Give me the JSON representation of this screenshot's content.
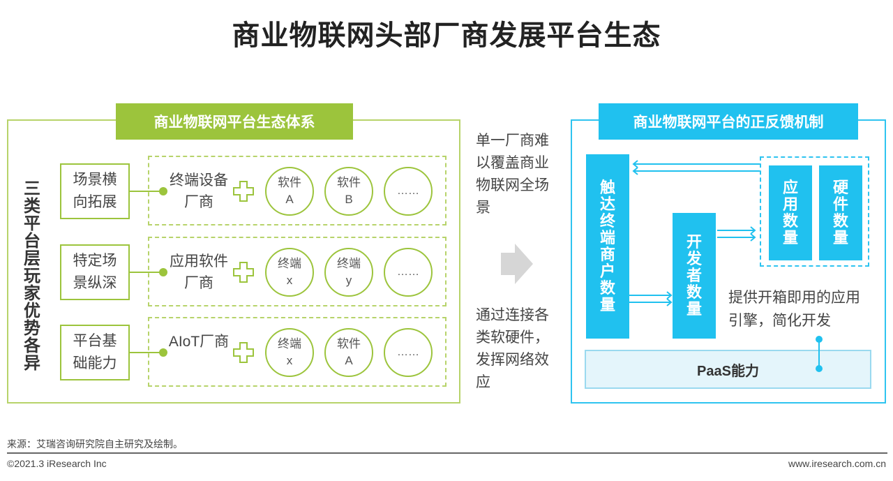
{
  "title": "商业物联网头部厂商发展平台生态",
  "left_panel": {
    "header": "商业物联网平台生态体系",
    "vertical_label": "三类平台层玩家优势各异",
    "rows": [
      {
        "category": "场景横向拓展",
        "vendor": "终端设备厂商",
        "items": [
          {
            "line1": "软件",
            "line2": "A"
          },
          {
            "line1": "软件",
            "line2": "B"
          },
          {
            "line1": "……",
            "line2": ""
          }
        ]
      },
      {
        "category": "特定场景纵深",
        "vendor": "应用软件厂商",
        "items": [
          {
            "line1": "终端",
            "line2": "x"
          },
          {
            "line1": "终端",
            "line2": "y"
          },
          {
            "line1": "……",
            "line2": ""
          }
        ]
      },
      {
        "category": "平台基础能力",
        "vendor": "AIoT厂商",
        "items": [
          {
            "line1": "终端",
            "line2": "x"
          },
          {
            "line1": "软件",
            "line2": "A"
          },
          {
            "line1": "……",
            "line2": ""
          }
        ]
      }
    ]
  },
  "middle": {
    "top_text": "单一厂商难以覆盖商业物联网全场景",
    "bottom_text": "通过连接各类软硬件，发挥网络效应"
  },
  "right_panel": {
    "header": "商业物联网平台的正反馈机制",
    "bar_terminal": "触达终端商户数量",
    "bar_developer": "开发者数量",
    "box_app": "应用数量",
    "box_hardware": "硬件数量",
    "engine_text": "提供开箱即用的应用引擎，简化开发",
    "paas": "PaaS能力"
  },
  "footer": {
    "source": "来源：艾瑞咨询研究院自主研究及绘制。",
    "copyright": "©2021.3 iResearch Inc",
    "website": "www.iresearch.com.cn"
  },
  "colors": {
    "green": "#9cc43c",
    "blue": "#20c1ef"
  }
}
